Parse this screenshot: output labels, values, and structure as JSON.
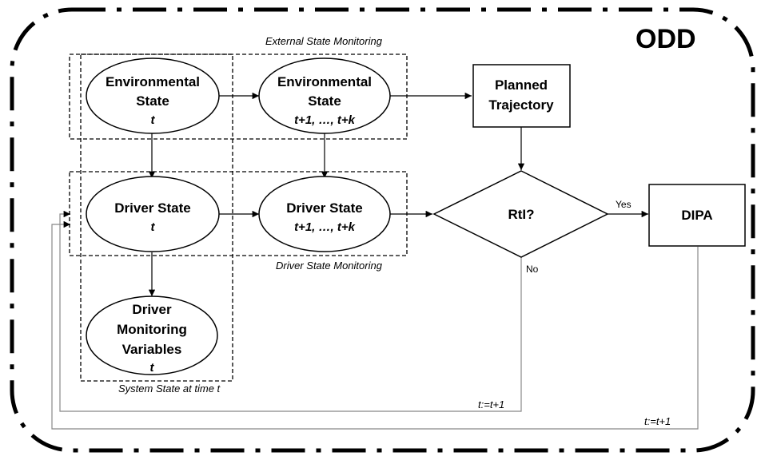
{
  "boundary": {
    "label": "ODD"
  },
  "groups": {
    "external_state_monitoring": "External State Monitoring",
    "driver_state_monitoring": "Driver State Monitoring",
    "system_state": "System State at time t"
  },
  "nodes": {
    "env_state_t": {
      "line1": "Environmental",
      "line2": "State",
      "time": "t"
    },
    "env_state_future": {
      "line1": "Environmental",
      "line2": "State",
      "time": "t+1, …, t+k"
    },
    "planned_trajectory": {
      "line1": "Planned",
      "line2": "Trajectory"
    },
    "driver_state_t": {
      "line1": "Driver State",
      "time": "t"
    },
    "driver_state_future": {
      "line1": "Driver State",
      "time": "t+1, …, t+k"
    },
    "driver_monitoring_vars": {
      "line1": "Driver",
      "line2": "Monitoring",
      "line3": "Variables",
      "time": "t"
    },
    "rti_decision": {
      "label": "RtI?"
    },
    "dipa": {
      "label": "DIPA"
    }
  },
  "edges": {
    "yes_label": "Yes",
    "no_label": "No",
    "loop_no_label": "t:=t+1",
    "loop_dipa_label": "t:=t+1"
  }
}
